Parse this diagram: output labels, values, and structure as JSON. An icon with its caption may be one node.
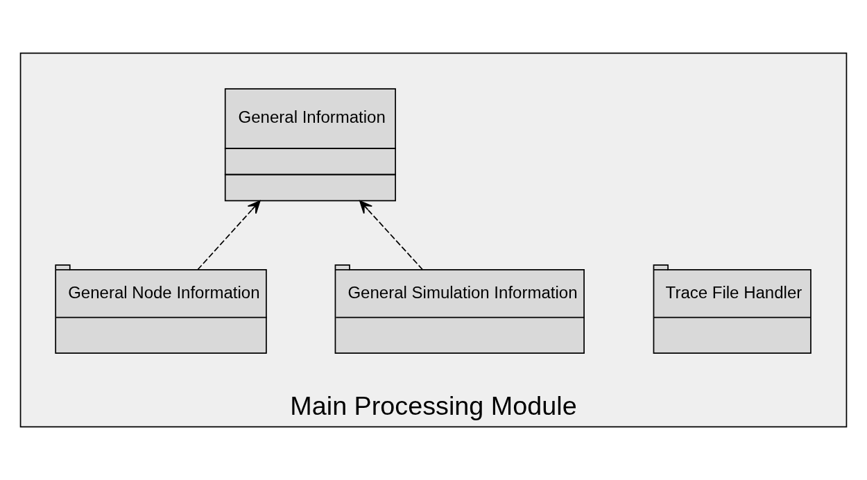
{
  "diagram": {
    "nodes": [
      {
        "text": [
          "Main Processing Module"
        ]
      },
      {
        "text": [
          "General Information"
        ],
        "in": 0
      },
      {
        "text": [
          "Trace File Handler"
        ],
        "in": 0
      },
      {
        "text": [
          "General Simulation Information"
        ],
        "in": 0
      },
      {
        "text": [
          "General Node Information"
        ],
        "in": 0
      }
    ],
    "edges": [
      {
        "from": 3,
        "to": 1,
        "arrow": "to",
        "style": "dashed"
      },
      {
        "from": 4,
        "to": 1,
        "arrow": "to",
        "style": "dashed"
      }
    ]
  }
}
